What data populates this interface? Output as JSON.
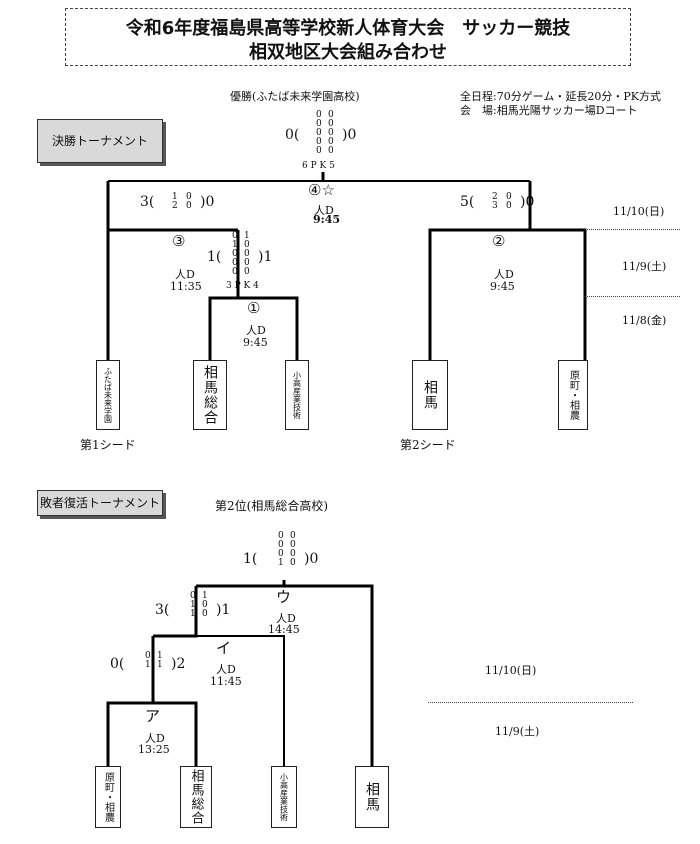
{
  "title": {
    "line1": "令和6年度福島県高等学校新人体育大会　サッカー競技",
    "line2": "相双地区大会組み合わせ"
  },
  "main": {
    "label": "決勝トーナメント",
    "champion": "優勝(ふたば未来学園高校)",
    "info_schedule": "全日程:70分ゲーム・延長20分・PK方式",
    "info_venue": "会　場:相馬光陽サッカー場Dコート",
    "dates": {
      "d1110": "11/10(日)",
      "d119": "11/9(土)",
      "d118": "11/8(金)"
    },
    "final": {
      "score": "0(",
      "score_close": ")0",
      "detail_left": [
        "0",
        "0",
        "0",
        "0",
        "0"
      ],
      "detail_right": [
        "0",
        "0",
        "0",
        "0",
        "0"
      ],
      "pk": "6 P K 5",
      "match_no": "④☆",
      "referee": "人D",
      "time": "9:45"
    },
    "semi_left": {
      "score": "3(",
      "score_close": ")0",
      "detail_left": [
        "1",
        "2"
      ],
      "detail_right": [
        "0",
        "0"
      ],
      "match_no": "③",
      "referee": "人D",
      "time": "11:35"
    },
    "semi_right": {
      "score": "5(",
      "score_close": ")0",
      "detail_left": [
        "2",
        "3"
      ],
      "detail_right": [
        "0",
        "0"
      ],
      "match_no": "②",
      "referee": "人D",
      "time": "9:45"
    },
    "first_round": {
      "score": "1(",
      "score_close": ")1",
      "detail_left": [
        "0",
        "1",
        "0",
        "0",
        "0"
      ],
      "detail_right": [
        "1",
        "0",
        "0",
        "0",
        "0"
      ],
      "pk": "3 P K 4",
      "match_no": "①",
      "referee": "人D",
      "time": "9:45"
    },
    "teams": [
      "ふたば未来学園",
      "相馬総合",
      "小高産業技術",
      "相馬",
      "原町・相農"
    ],
    "seed1": "第1シード",
    "seed2": "第2シード"
  },
  "repechage": {
    "label": "敗者復活トーナメント",
    "second_place": "第2位(相馬総合高校)",
    "final": {
      "score": "1(",
      "score_close": ")0",
      "detail_left": [
        "0",
        "0",
        "0",
        "1"
      ],
      "detail_right": [
        "0",
        "0",
        "0",
        "0"
      ]
    },
    "u": {
      "score": "3(",
      "score_close": ")1",
      "detail_left": [
        "0",
        "1",
        "1"
      ],
      "detail_right": [
        "1",
        "0",
        "0"
      ],
      "match_no": "ウ",
      "referee": "人D",
      "time": "14:45"
    },
    "i": {
      "score": "0(",
      "score_close": ")2",
      "detail_left": [
        "0",
        "1"
      ],
      "detail_right": [
        "1",
        "1"
      ],
      "match_no": "イ",
      "referee": "人D",
      "time": "11:45"
    },
    "a": {
      "match_no": "ア",
      "referee": "人D",
      "time": "13:25"
    },
    "dates": {
      "d1110": "11/10(日)",
      "d119": "11/9(土)"
    },
    "teams": [
      "原町・相農",
      "相馬総合",
      "小高産業技術",
      "相馬"
    ]
  }
}
